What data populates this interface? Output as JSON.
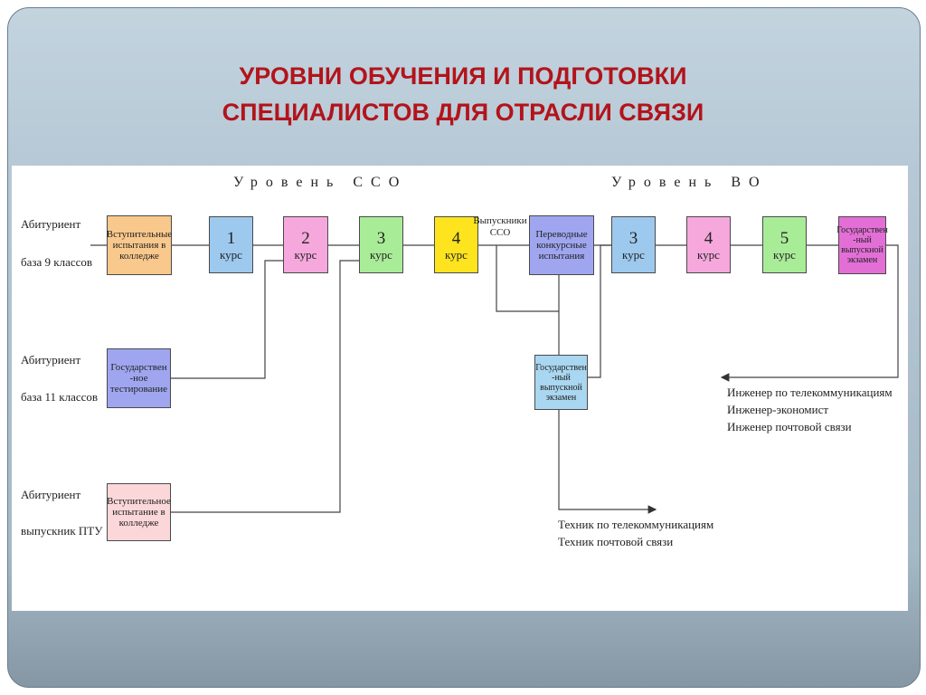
{
  "title": {
    "line1": "УРОВНИ ОБУЧЕНИЯ И ПОДГОТОВКИ",
    "line2": "СПЕЦИАЛИСТОВ ДЛЯ ОТРАСЛИ СВЯЗИ"
  },
  "levels": {
    "sso": "Уровень ССО",
    "vo": "Уровень ВО"
  },
  "entrants": [
    {
      "label": "Абитуриент",
      "base": "база 9 классов"
    },
    {
      "label": "Абитуриент",
      "base": "база 11 классов"
    },
    {
      "label": "Абитуриент",
      "base": "выпускник ПТУ"
    }
  ],
  "boxes": {
    "entrance_college": "Вступительные испытания в колледже",
    "state_testing": "Государствен -ное тестирование",
    "entrance_college_ptu": "Вступительное испытание в колледже",
    "transfer_exams": "Переводные конкурсные испытания",
    "state_exam_sso": "Государствен -ный выпускной экзамен",
    "state_exam_vo": "Государствен -ный выпускной экзамен"
  },
  "course_word": "курс",
  "courses_sso": [
    "1",
    "2",
    "3",
    "4"
  ],
  "courses_vo": [
    "3",
    "4",
    "5"
  ],
  "graduates_sso": "Выпускники ССО",
  "outcomes_vo": [
    "Инженер по телекоммуникациям",
    "Инженер-экономист",
    "Инженер почтовой связи"
  ],
  "outcomes_sso": [
    "Техник по телекоммуникациям",
    "Техник почтовой связи"
  ],
  "colors": {
    "title": "#b2141b",
    "orange": "#f9c88c",
    "blue": "#9ec9ee",
    "pink": "#f6a8dd",
    "green": "#a9ec98",
    "yellow": "#fde41e",
    "violet": "#9fa6ef",
    "magenta": "#e36fd6",
    "lightpink": "#fbd7d9"
  }
}
